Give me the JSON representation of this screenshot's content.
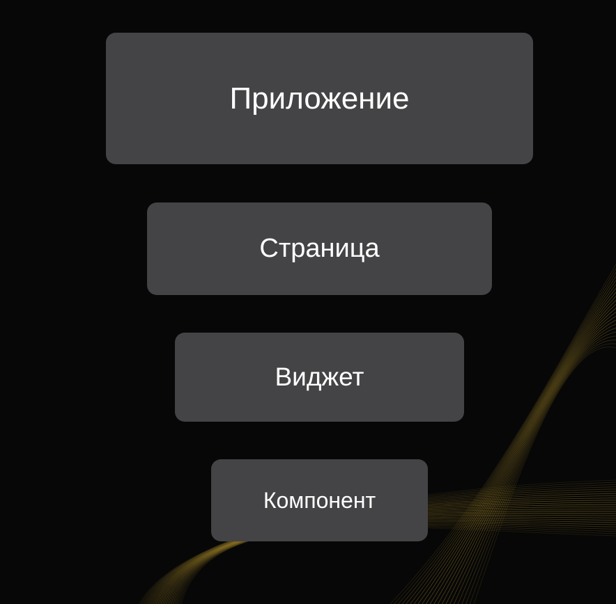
{
  "theme": {
    "background": "#070707",
    "box_fill": "#444446",
    "text_color": "#ffffff",
    "wave_color": "#b8962e"
  },
  "layers": [
    {
      "id": "app",
      "label": "Приложение"
    },
    {
      "id": "page",
      "label": "Страница"
    },
    {
      "id": "widget",
      "label": "Виджет"
    },
    {
      "id": "component",
      "label": "Компонент"
    }
  ]
}
